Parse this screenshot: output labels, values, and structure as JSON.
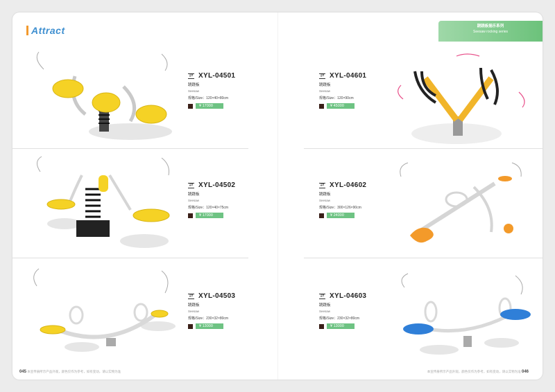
{
  "brand": {
    "name": "Attract"
  },
  "series_tab": {
    "title_cn": "跷跷板摇乐系列",
    "title_en": "Seesaw rocking series"
  },
  "products": [
    {
      "code": "XYL-04501",
      "name_cn": "跷跷板",
      "name_en": "Seesaw",
      "size": "规格/Size：120×40×80cm",
      "price": "¥ 17000"
    },
    {
      "code": "XYL-04502",
      "name_cn": "跷跷板",
      "name_en": "Seesaw",
      "size": "规格/Size：120×40×75cm",
      "price": "¥ 17000"
    },
    {
      "code": "XYL-04503",
      "name_cn": "跷跷板",
      "name_en": "Seesaw",
      "size": "规格/Size：230×32×80cm",
      "price": "¥ 13000"
    },
    {
      "code": "XYL-04601",
      "name_cn": "跷跷板",
      "name_en": "Seesaw",
      "size": "规格/Size：120×90cm",
      "price": "¥ 45000"
    },
    {
      "code": "XYL-04602",
      "name_cn": "跷跷板",
      "name_en": "Seesaw",
      "size": "规格/Size：300×126×90cm",
      "price": "¥ 24000"
    },
    {
      "code": "XYL-04603",
      "name_cn": "跷跷板",
      "name_en": "Seesaw",
      "size": "规格/Size：230×32×80cm",
      "price": "¥ 13000"
    }
  ],
  "footer": {
    "left_page": "045",
    "left_note": "本宣传册所示产品外观，颜色仅作为参考，如有变动，请以实物为准",
    "right_page": "046",
    "right_note": "本宣传册所示产品外观，颜色仅作为参考，如有变动，请以实物为准"
  },
  "colors": {
    "accent_green": "#6ec383",
    "brand_blue": "#3e8fd0",
    "swatch_brown": "#3a1f18"
  }
}
